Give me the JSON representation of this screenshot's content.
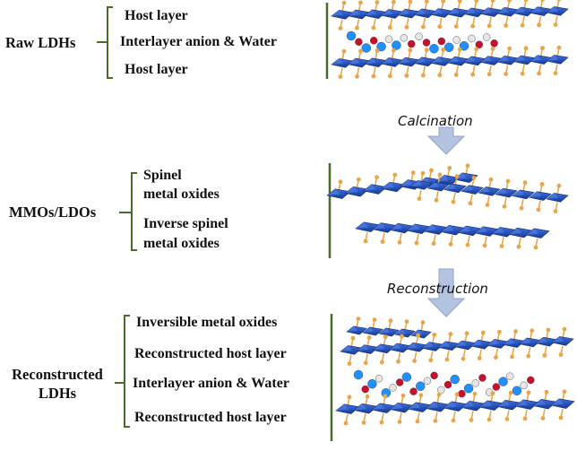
{
  "stages": [
    {
      "name": "Raw LDHs",
      "components": [
        "Host layer",
        "Interlayer anion & Water",
        "Host layer"
      ]
    },
    {
      "name": "MMOs/LDOs",
      "components": [
        "Spinel",
        "metal oxides",
        "Inverse spinel",
        "metal oxides"
      ]
    },
    {
      "name_lines": [
        "Reconstructed",
        "LDHs"
      ],
      "components": [
        "Inversible metal oxides",
        "Reconstructed host layer",
        "Interlayer anion & Water",
        "Reconstructed host layer"
      ]
    }
  ],
  "transitions": [
    "Calcination",
    "Reconstruction"
  ],
  "colors": {
    "bracket": "#4a6a2c",
    "arrow_fill": "#b3c3e0",
    "arrow_stroke": "#8fa3c8",
    "octahedron": "#1f4db8",
    "pin": "#e9a547",
    "anion_red": "#c8102e",
    "anion_cyan": "#1e90ff"
  }
}
